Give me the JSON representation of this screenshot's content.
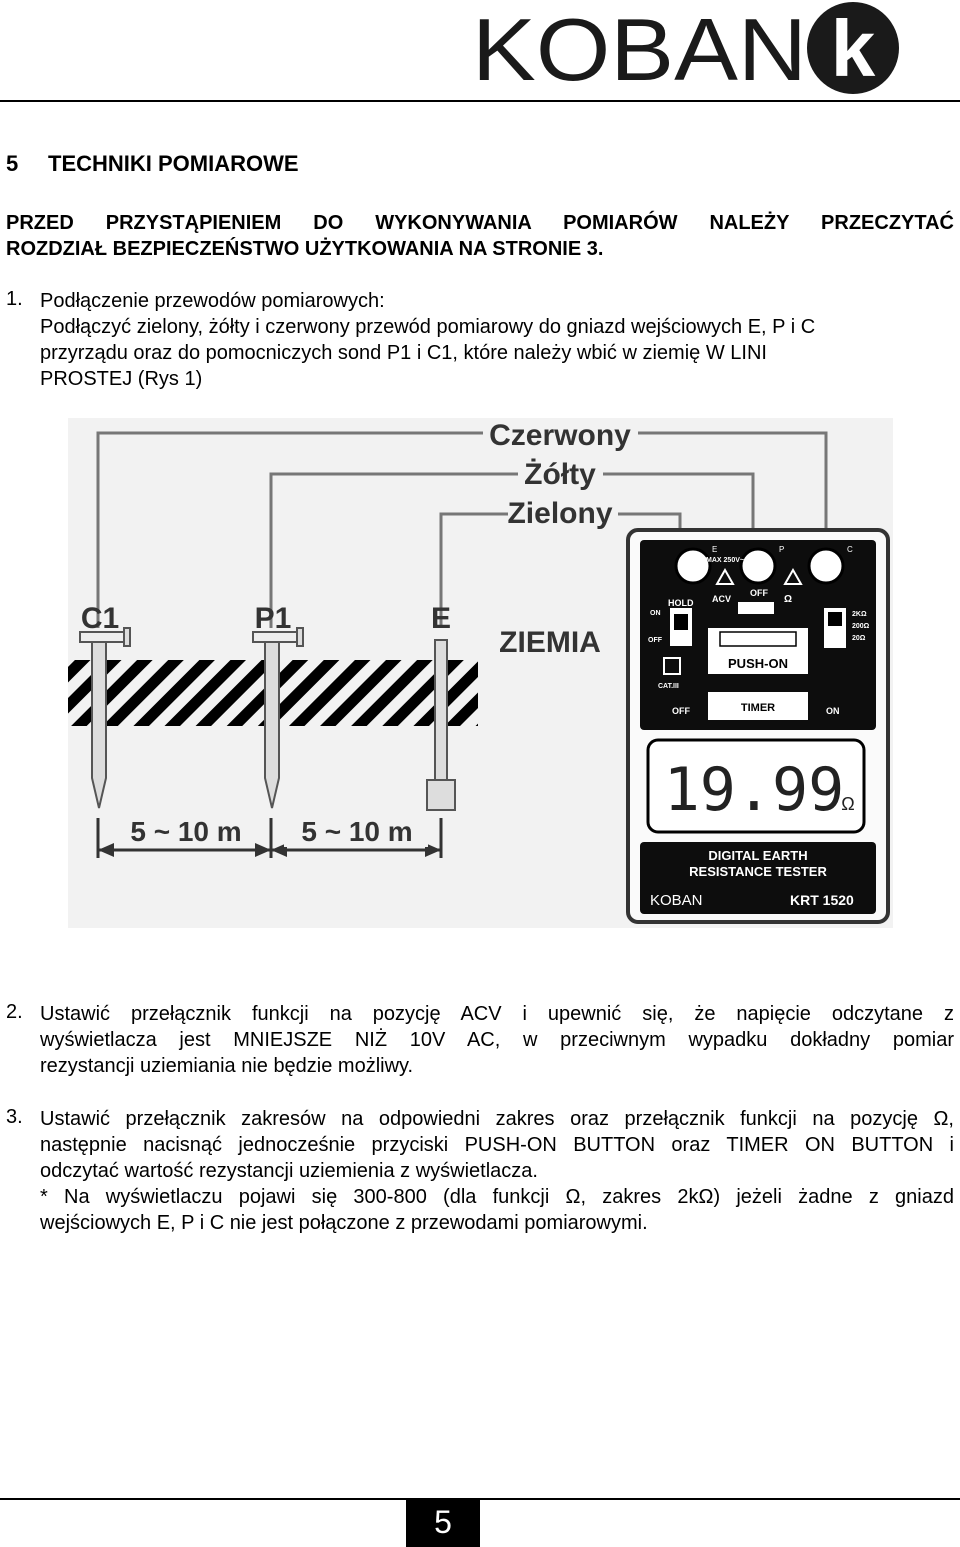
{
  "brand": {
    "logo_text": "KOBAN",
    "logo_mark": "k"
  },
  "section": {
    "number": "5",
    "title": "TECHNIKI POMIAROWE"
  },
  "warning": {
    "line1": "PRZED PRZYSTĄPIENIEM DO WYKONYWANIA POMIARÓW NALEŻY PRZECZYTAĆ",
    "line2": "ROZDZIAŁ BEZPIECZEŃSTWO UŻYTKOWANIA NA STRONIE 3."
  },
  "steps": [
    {
      "number": "1.",
      "lines": [
        "Podłączenie przewodów pomiarowych:",
        "Podłączyć zielony, żółty i czerwony przewód pomiarowy do gniazd wejściowych E, P i C",
        "przyrządu oraz do pomocniczych sond P1 i C1, które należy wbić w ziemię W LINI",
        "PROSTEJ (Rys 1)"
      ]
    },
    {
      "number": "2.",
      "lines": [
        "Ustawić przełącznik funkcji na pozycję ACV i upewnić się, że napięcie odczytane z",
        "wyświetlacza jest MNIEJSZE NIŻ 10V AC, w przeciwnym wypadku dokładny pomiar",
        "rezystancji uziemiania nie będzie możliwy."
      ]
    },
    {
      "number": "3.",
      "lines": [
        "Ustawić przełącznik zakresów na odpowiedni zakres oraz przełącznik funkcji na pozycję Ω,",
        "następnie nacisnąć jednocześnie przyciski PUSH-ON BUTTON oraz TIMER ON BUTTON i",
        "odczytać wartość rezystancji uziemienia z wyświetlacza.",
        "* Na wyświetlaczu pojawi się 300-800 (dla funkcji Ω, zakres 2kΩ) jeżeli żadne z gniazd",
        "wejściowych E, P i C nie jest połączone z przewodami pomiarowymi."
      ]
    }
  ],
  "figure": {
    "wire_labels": [
      "Czerwony",
      "Żółty",
      "Zielony"
    ],
    "probe_labels": [
      "C1",
      "P1",
      "E"
    ],
    "ground_label": "ZIEMIA",
    "distances": [
      "5 ~ 10 m",
      "5 ~ 10 m"
    ],
    "meter": {
      "terminals": [
        "E",
        "P",
        "C"
      ],
      "max_voltage": "MAX 250V~",
      "hold": "HOLD",
      "on": "ON",
      "off": "OFF",
      "acv": "ACV",
      "func_off": "OFF",
      "ohm": "Ω",
      "ranges": [
        "2KΩ",
        "200Ω",
        "20Ω"
      ],
      "push_on": "PUSH-ON",
      "cat": "CAT.III",
      "timer": "TIMER",
      "timer_off": "OFF",
      "timer_on": "ON",
      "display_value": "19.99",
      "display_unit": "Ω",
      "model_line1": "DIGITAL EARTH",
      "model_line2": "RESISTANCE TESTER",
      "brand": "KOBAN",
      "model": "KRT 1520"
    }
  },
  "footer": {
    "page_number": "5"
  }
}
